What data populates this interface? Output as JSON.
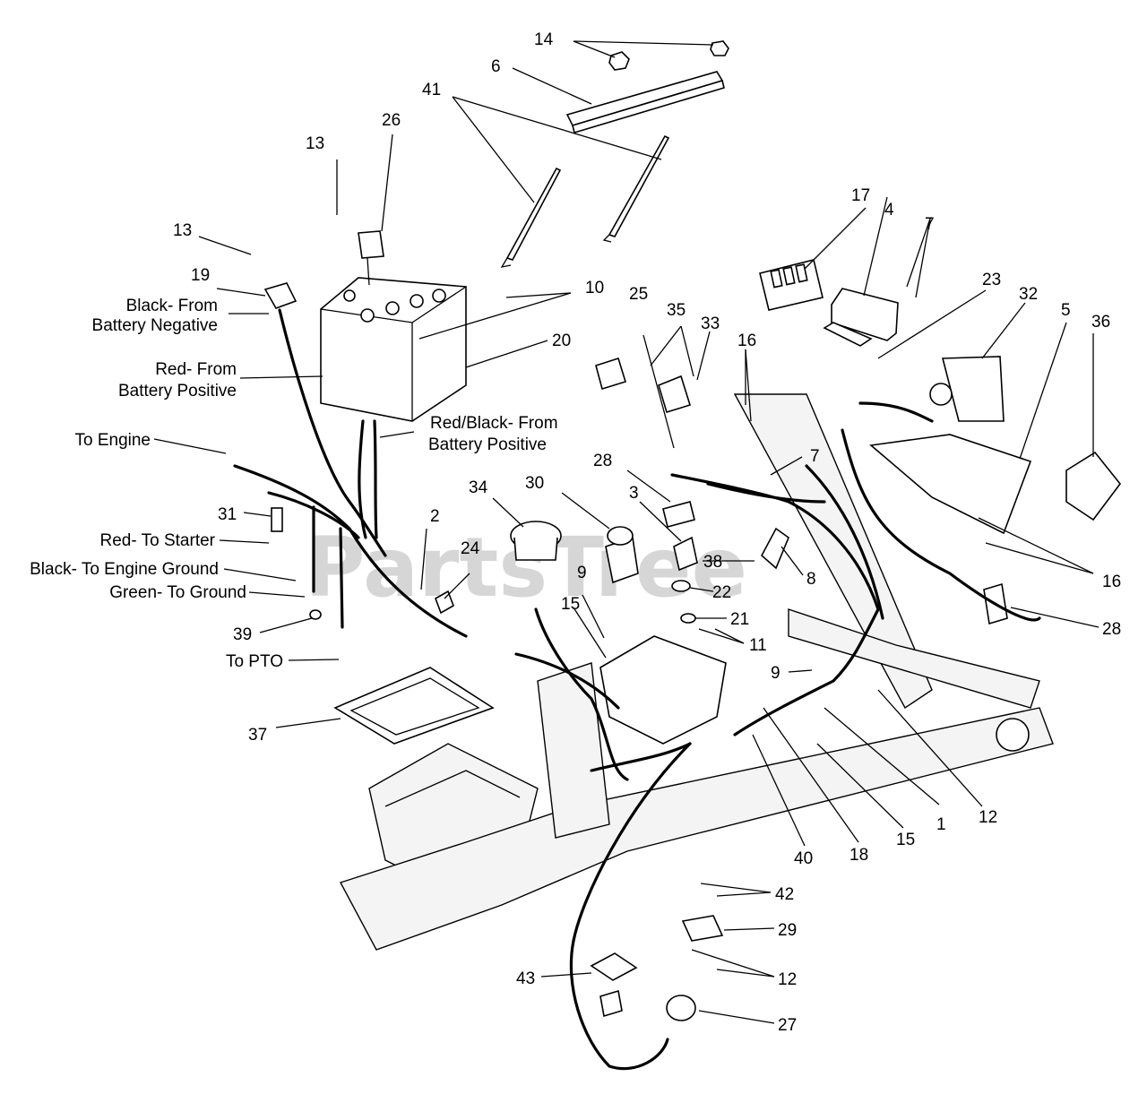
{
  "watermark": "PartsTree",
  "callouts": {
    "n1": "1",
    "n2": "2",
    "n3": "3",
    "n4": "4",
    "n5": "5",
    "n6": "6",
    "n7a": "7",
    "n7b": "7",
    "n8": "8",
    "n9a": "9",
    "n9b": "9",
    "n10": "10",
    "n11": "11",
    "n12a": "12",
    "n12b": "12",
    "n13a": "13",
    "n13b": "13",
    "n14": "14",
    "n15a": "15",
    "n15b": "15",
    "n16a": "16",
    "n16b": "16",
    "n17": "17",
    "n18": "18",
    "n19": "19",
    "n20": "20",
    "n21": "21",
    "n22": "22",
    "n23": "23",
    "n24": "24",
    "n25": "25",
    "n26": "26",
    "n27": "27",
    "n28a": "28",
    "n28b": "28",
    "n29": "29",
    "n30": "30",
    "n31": "31",
    "n32": "32",
    "n33": "33",
    "n34": "34",
    "n35": "35",
    "n36": "36",
    "n37": "37",
    "n38": "38",
    "n39": "39",
    "n40": "40",
    "n41": "41",
    "n42": "42",
    "n43": "43"
  },
  "wire_labels": {
    "black_from_neg_1": "Black- From",
    "black_from_neg_2": "Battery Negative",
    "red_from_pos_1": "Red- From",
    "red_from_pos_2": "Battery Positive",
    "redblack_from_pos_1": "Red/Black- From",
    "redblack_from_pos_2": "Battery Positive",
    "to_engine": "To Engine",
    "red_to_starter": "Red- To Starter",
    "black_to_engine_ground": "Black- To Engine Ground",
    "green_to_ground": "Green- To Ground",
    "to_pto": "To PTO"
  }
}
